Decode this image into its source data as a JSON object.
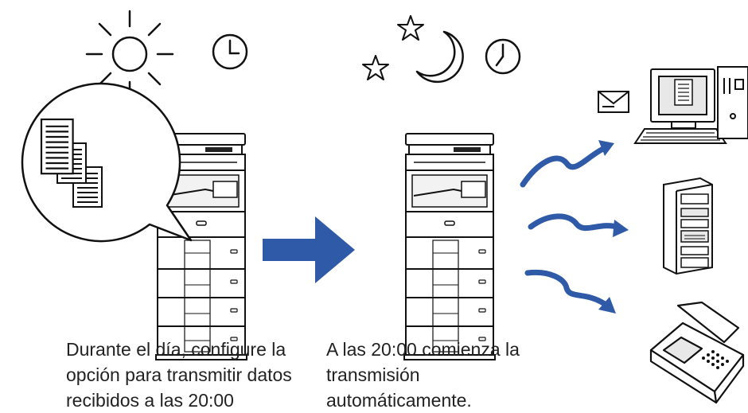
{
  "left_caption": {
    "line1": "Durante el día, configure la",
    "line2": "opción para transmitir datos",
    "line3": "recibidos a las 20:00"
  },
  "middle_caption": {
    "line1": "A las 20:00 comienza la",
    "line2": "transmisión",
    "line3": "automáticamente."
  },
  "colors": {
    "arrow_blue": "#2f5aa8",
    "line_black": "#111111",
    "text": "#222222"
  },
  "icons": {
    "day": [
      "sun-icon",
      "clock-icon"
    ],
    "night": [
      "star-icon",
      "moon-icon",
      "clock-icon"
    ],
    "destinations": [
      "computer-icon",
      "server-icon",
      "fax-icon"
    ]
  }
}
